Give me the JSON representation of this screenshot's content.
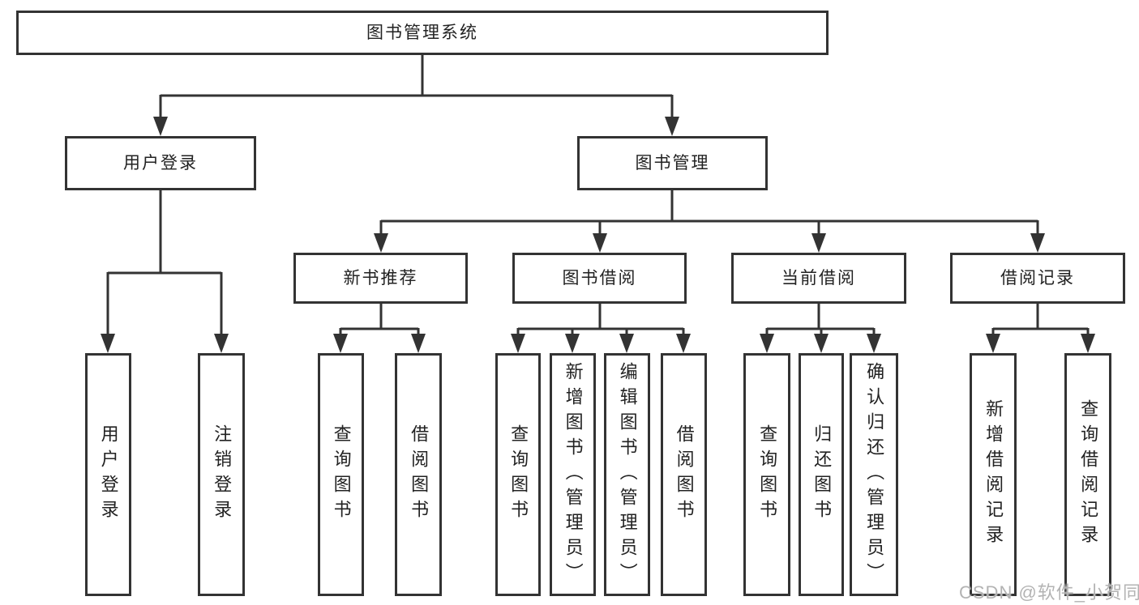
{
  "diagram": {
    "root": {
      "label": "图书管理系统"
    },
    "branches": [
      {
        "label": "用户登录",
        "children": [
          {
            "label": "用户登录"
          },
          {
            "label": "注销登录"
          }
        ]
      },
      {
        "label": "图书管理",
        "children": [
          {
            "label": "新书推荐",
            "children": [
              {
                "label": "查询图书"
              },
              {
                "label": "借阅图书"
              }
            ]
          },
          {
            "label": "图书借阅",
            "children": [
              {
                "label": "查询图书"
              },
              {
                "label": "新增图书（管理员）"
              },
              {
                "label": "编辑图书（管理员）"
              },
              {
                "label": "借阅图书"
              }
            ]
          },
          {
            "label": "当前借阅",
            "children": [
              {
                "label": "查询图书"
              },
              {
                "label": "归还图书"
              },
              {
                "label": "确认归还（管理员）"
              }
            ]
          },
          {
            "label": "借阅记录",
            "children": [
              {
                "label": "新增借阅记录"
              },
              {
                "label": "查询借阅记录"
              }
            ]
          }
        ]
      }
    ]
  },
  "watermark": {
    "text": "CSDN @软件_小贺同学"
  },
  "colors": {
    "line": "#333333",
    "text": "#222222",
    "watermark": "#b3b3b3",
    "background": "#ffffff"
  }
}
